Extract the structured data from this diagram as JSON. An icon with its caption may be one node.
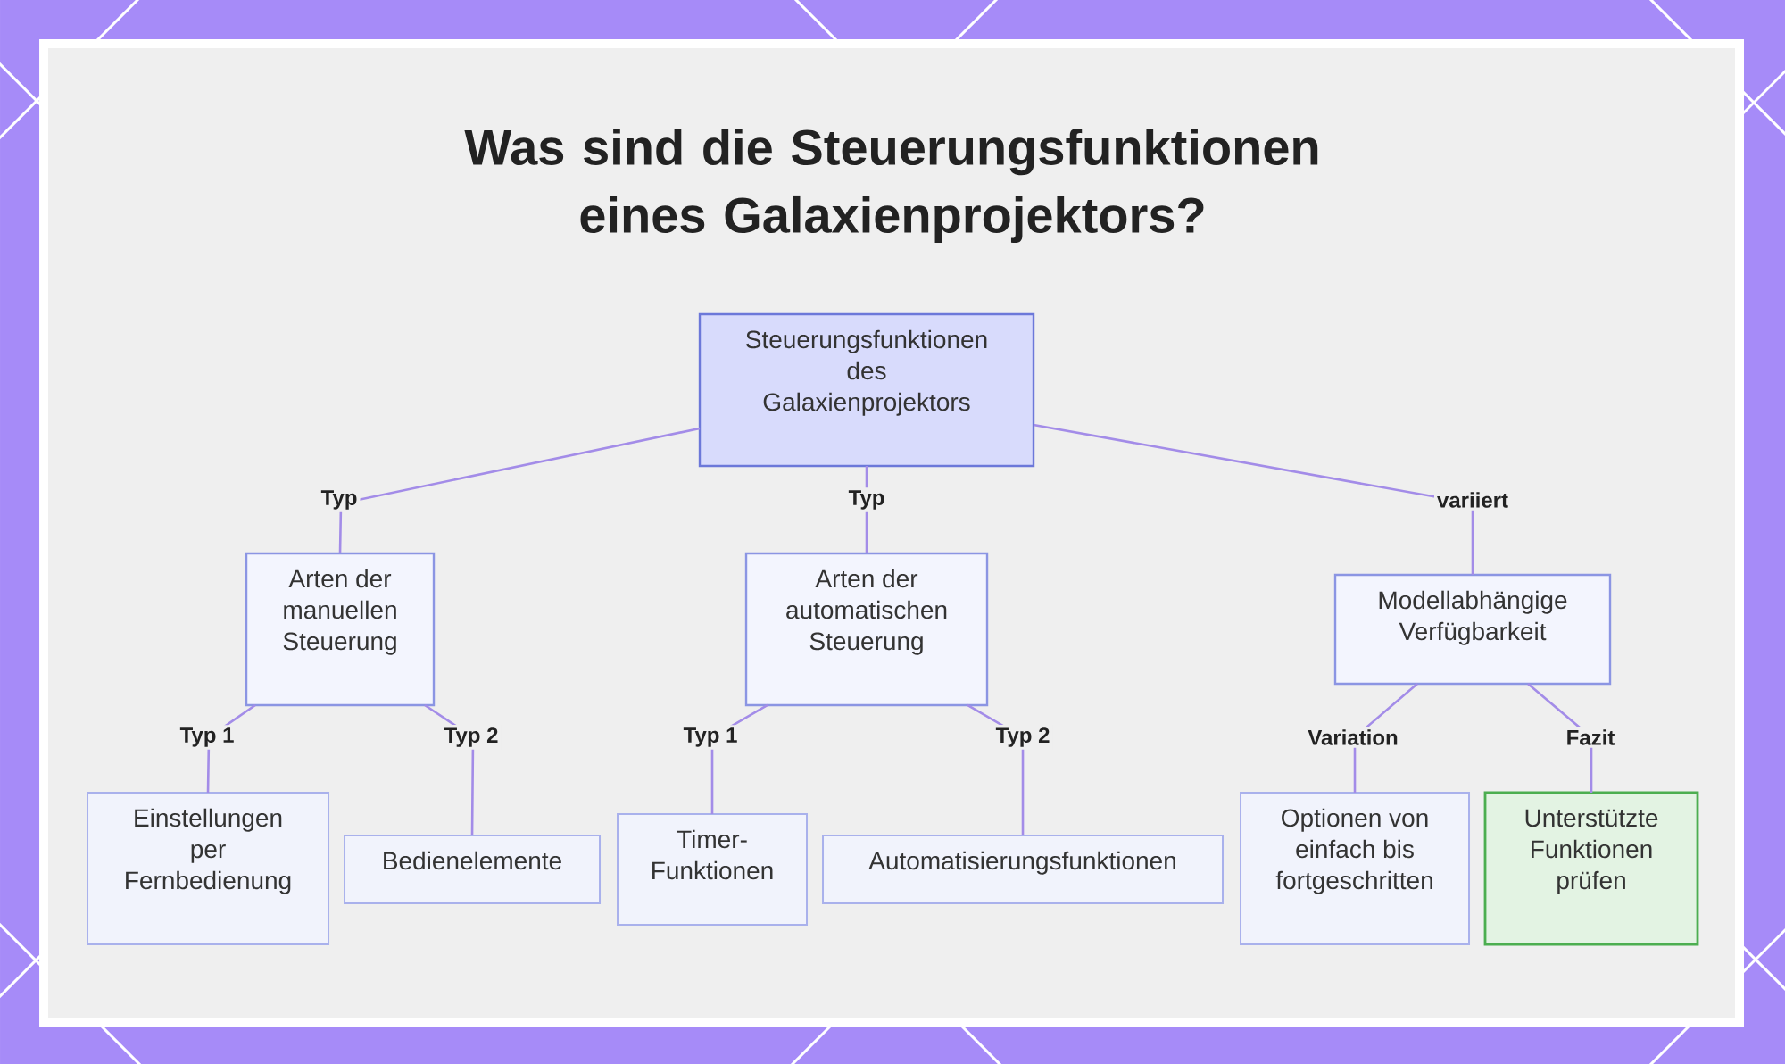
{
  "diagram": {
    "title": "Was sind die Steuerungsfunktionen eines Galaxienprojektors?",
    "nodes": [
      {
        "text": [
          "Steuerungsfunktionen des Galaxienprojektors"
        ]
      },
      {
        "text": [
          "Arten der manuellen Steuerung"
        ]
      },
      {
        "text": [
          "Arten der automatischen Steuerung"
        ]
      },
      {
        "text": [
          "Modellabhängige Verfügbarkeit"
        ]
      },
      {
        "text": [
          "Einstellungen per Fernbedienung"
        ]
      },
      {
        "text": [
          "Bedienelemente"
        ]
      },
      {
        "text": [
          "Timer-Funktionen"
        ]
      },
      {
        "text": [
          "Automatisierungsfunktionen"
        ]
      },
      {
        "text": [
          "Optionen von einfach bis fortgeschritten"
        ]
      },
      {
        "text": [
          "Unterstützte Funktionen prüfen"
        ]
      }
    ],
    "edges": [
      {
        "from": 0,
        "to": 1,
        "arrow": "none",
        "label": "Typ"
      },
      {
        "from": 0,
        "to": 2,
        "arrow": "none",
        "label": "Typ"
      },
      {
        "from": 0,
        "to": 3,
        "arrow": "none",
        "label": "variiert"
      },
      {
        "from": 1,
        "to": 4,
        "arrow": "none",
        "label": "Typ 1"
      },
      {
        "from": 1,
        "to": 5,
        "arrow": "none",
        "label": "Typ 2"
      },
      {
        "from": 2,
        "to": 6,
        "arrow": "none",
        "label": "Typ 1"
      },
      {
        "from": 2,
        "to": 7,
        "arrow": "none",
        "label": "Typ 2"
      },
      {
        "from": 3,
        "to": 8,
        "arrow": "none",
        "label": "Variation"
      },
      {
        "from": 3,
        "to": 9,
        "arrow": "none",
        "label": "Fazit"
      }
    ]
  }
}
